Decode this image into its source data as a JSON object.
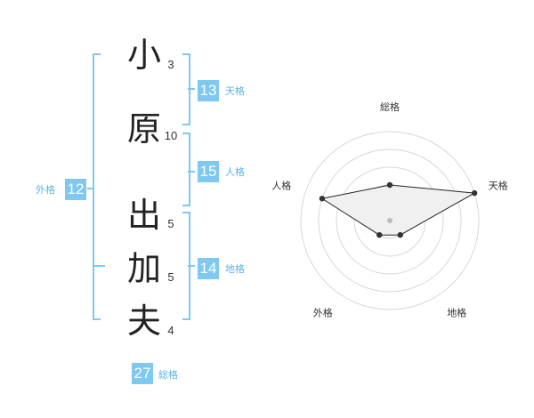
{
  "name": {
    "characters": [
      {
        "char": "小",
        "strokes": "3"
      },
      {
        "char": "原",
        "strokes": "10"
      },
      {
        "char": "出",
        "strokes": "5"
      },
      {
        "char": "加",
        "strokes": "5"
      },
      {
        "char": "夫",
        "strokes": "4"
      }
    ]
  },
  "fortunes": {
    "tenkaku": {
      "value": "13",
      "label": "天格"
    },
    "jinkaku": {
      "value": "15",
      "label": "人格"
    },
    "chikaku": {
      "value": "14",
      "label": "地格"
    },
    "gaikaku": {
      "value": "12",
      "label": "外格"
    },
    "soukaku": {
      "value": "27",
      "label": "総格"
    }
  },
  "colors": {
    "accent": "#7fc8f0",
    "label": "#5cb3e6",
    "polygon_fill": "#f0f0f0",
    "grid": "#d8d8d8"
  },
  "chart_data": {
    "type": "radar",
    "axes": [
      "総格",
      "天格",
      "地格",
      "外格",
      "人格"
    ],
    "values": [
      2,
      5,
      1,
      1,
      4
    ],
    "rmax": 5,
    "rings": 5
  }
}
